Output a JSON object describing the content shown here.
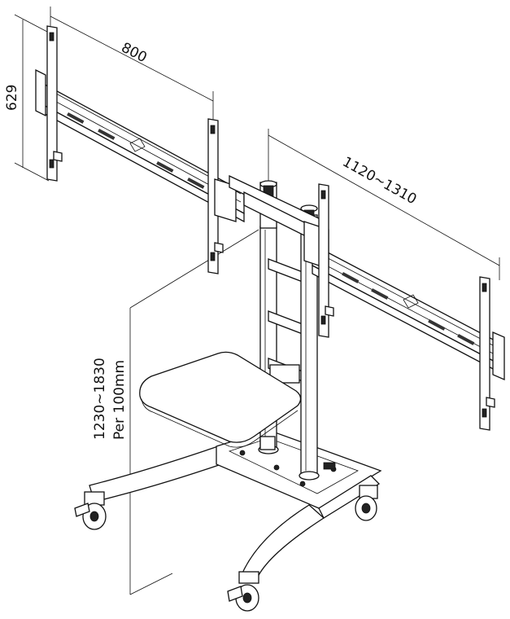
{
  "dimensions": {
    "width_label": "800",
    "height_label": "629",
    "span_label": "1120~1310",
    "column_range_label": "1230~1830",
    "column_step_label": "Per 100mm"
  },
  "colors": {
    "line": "#111111",
    "fill": "#ffffff"
  }
}
